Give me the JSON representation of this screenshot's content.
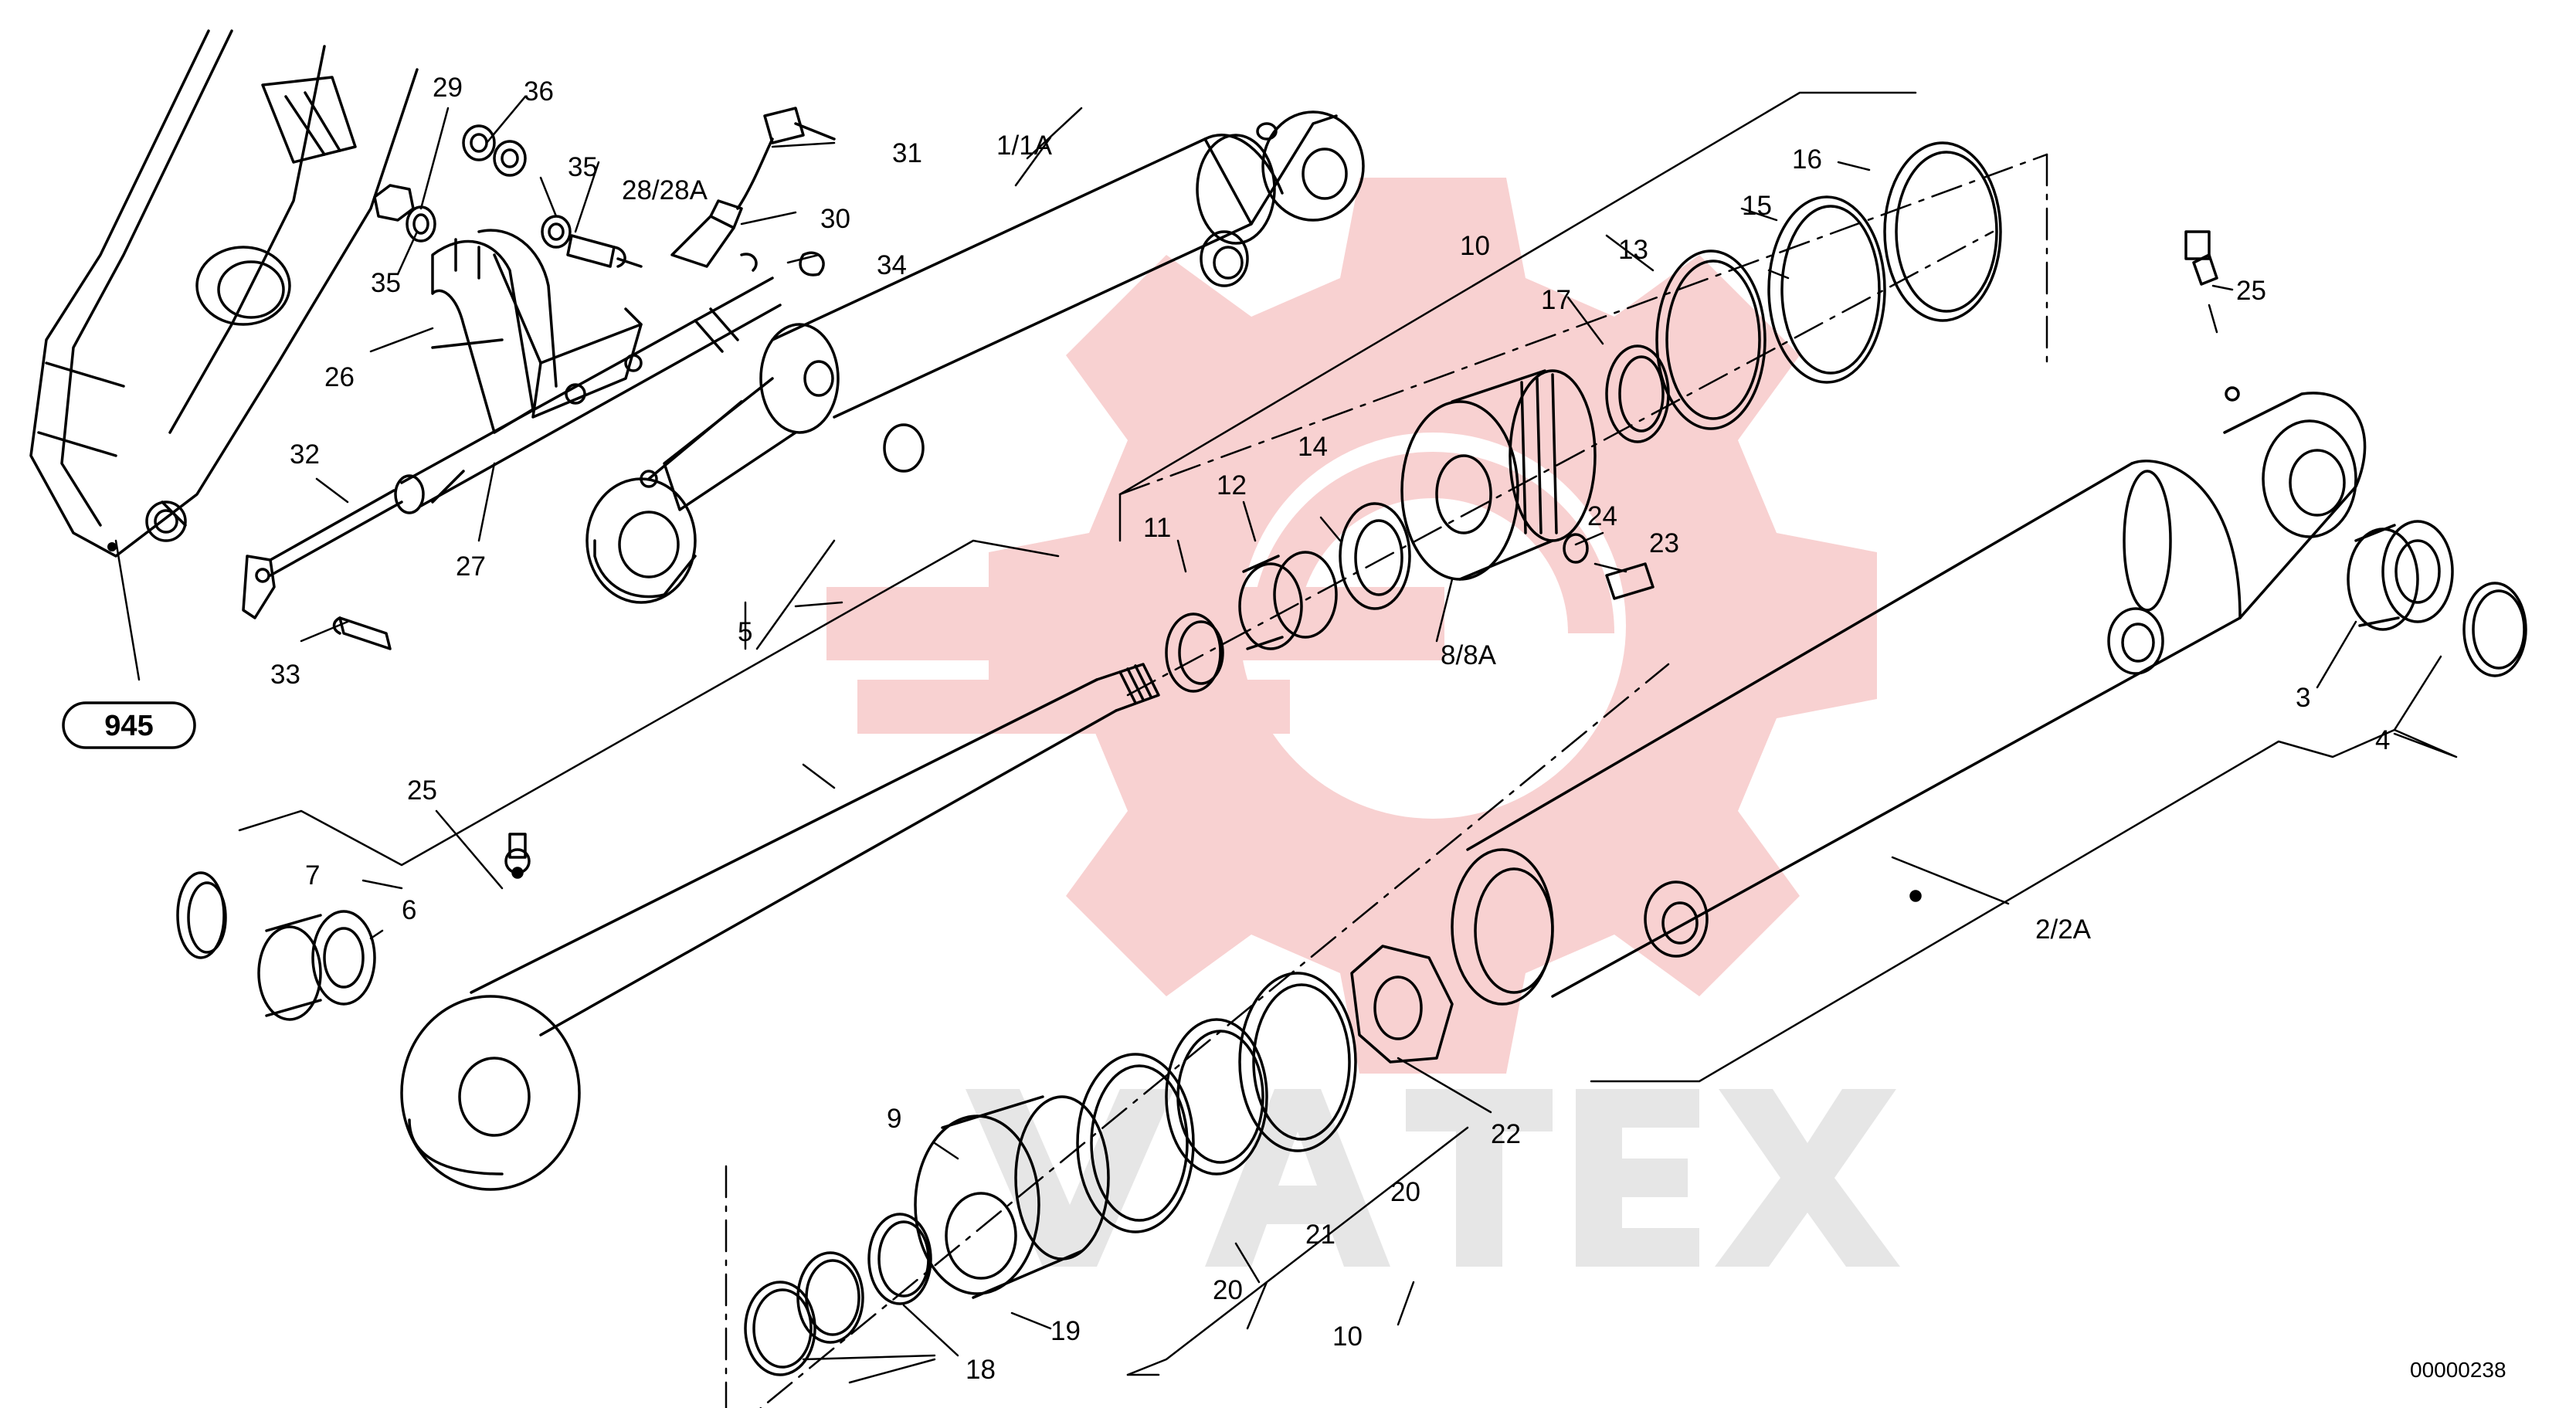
{
  "diagram": {
    "labels": {
      "l_1_1A": "1/1A",
      "l_2_2A": "2/2A",
      "l_3": "3",
      "l_4": "4",
      "l_5": "5",
      "l_6": "6",
      "l_7": "7",
      "l_8_8A": "8/8A",
      "l_9": "9",
      "l_10_top": "10",
      "l_10_bottom": "10",
      "l_11": "11",
      "l_12": "12",
      "l_13": "13",
      "l_14": "14",
      "l_15": "15",
      "l_16": "16",
      "l_17": "17",
      "l_18": "18",
      "l_19": "19",
      "l_20_a": "20",
      "l_20_b": "20",
      "l_21": "21",
      "l_22": "22",
      "l_23": "23",
      "l_24": "24",
      "l_25_left": "25",
      "l_25_right": "25",
      "l_26": "26",
      "l_27": "27",
      "l_28_28A": "28/28A",
      "l_29": "29",
      "l_30": "30",
      "l_31": "31",
      "l_32": "32",
      "l_33": "33",
      "l_34": "34",
      "l_35_a": "35",
      "l_35_b": "35",
      "l_36": "36"
    },
    "reference_badge": "945",
    "drawing_number": "00000238",
    "watermark_text": "VATEX",
    "colors": {
      "line": "#000000",
      "watermark_red": "#f7c9c9",
      "watermark_gray": "#e6e6e6"
    }
  }
}
